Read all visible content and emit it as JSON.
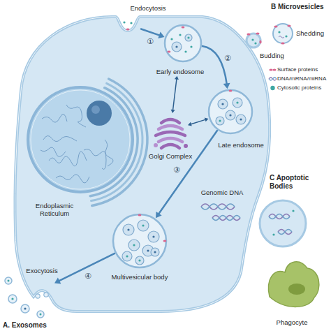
{
  "diagram": {
    "nodes": [
      {
        "text": [
          "Endocytosis"
        ]
      },
      {
        "text": [
          "Early endosome"
        ]
      },
      {
        "text": [
          "Golgi Complex"
        ]
      },
      {
        "text": [
          "Late endosome"
        ]
      },
      {
        "text": [
          "Multivesicular body"
        ]
      },
      {
        "text": [
          "Exocytosis"
        ]
      }
    ],
    "edges": [
      {
        "from": 0,
        "to": 1,
        "label": "①",
        "arrow": "to"
      },
      {
        "from": 1,
        "to": 3,
        "label": "②",
        "arrow": "to"
      },
      {
        "from": 3,
        "to": 4,
        "label": "③",
        "arrow": "to"
      },
      {
        "from": 4,
        "to": 5,
        "label": "④",
        "arrow": "to"
      },
      {
        "from": 1,
        "to": 2,
        "arrow": "both"
      },
      {
        "from": 2,
        "to": 3,
        "arrow": "both"
      }
    ],
    "labels": [
      "Endoplasmic Reticulum",
      "Genomic DNA",
      "A. Exosomes",
      "B Microvesicles",
      "Shedding",
      "Budding",
      "C Apoptotic Bodies",
      "Phagocyte"
    ],
    "legend": [
      {
        "text": "Surface proteins"
      },
      {
        "text": "DNA/mRNA/miRNA"
      },
      {
        "text": "Cytosolic proteins",
        "color": "#3fa7a3"
      }
    ]
  }
}
